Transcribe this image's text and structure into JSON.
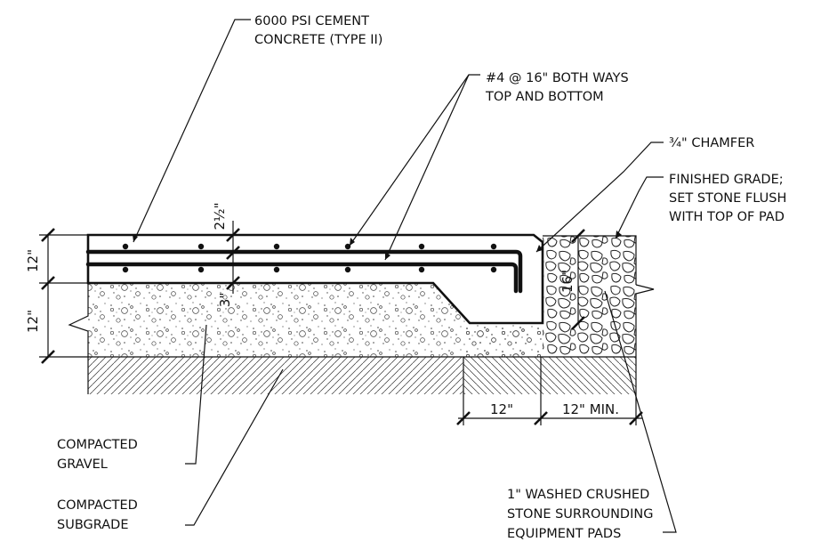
{
  "notes": {
    "concrete": [
      "6000 PSI CEMENT",
      "CONCRETE (TYPE II)"
    ],
    "rebar": [
      "#4 @ 16\" BOTH WAYS",
      "TOP AND BOTTOM"
    ],
    "chamfer": "¾\" CHAMFER",
    "grade": [
      "FINISHED GRADE;",
      "SET STONE FLUSH",
      "WITH TOP OF PAD"
    ],
    "gravel": [
      "COMPACTED",
      "GRAVEL"
    ],
    "subgrade": [
      "COMPACTED",
      "SUBGRADE"
    ],
    "stone": [
      "1\" WASHED CRUSHED",
      "STONE SURROUNDING",
      "EQUIPMENT PADS"
    ]
  },
  "dimensions": {
    "slab": "12\"",
    "gravel": "12\"",
    "cover": "2½\"",
    "gravel_depth": "3\"",
    "edge_depth": "16\"",
    "thickened_edge": "12\"",
    "stone_width": "12\" MIN."
  }
}
